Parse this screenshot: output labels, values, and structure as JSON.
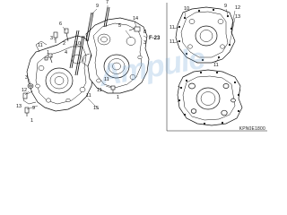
{
  "diagram": {
    "code": "KPN0E1800",
    "watermark": "Ampule",
    "callouts": {
      "c9_top": "9",
      "c7": "7",
      "c6": "6",
      "c3_top": "3",
      "c2": "2",
      "c4": "4",
      "c1_top": "1",
      "c14": "14",
      "c5": "5",
      "c8": "8",
      "c3_right": "3",
      "f23": "F-23",
      "c11_mid": "11",
      "c10": "10",
      "c3_left": "3",
      "c12": "12",
      "c13": "13",
      "c9_left": "9",
      "c15": "15",
      "c11_a": "11",
      "c11_b": "11",
      "c11_c": "11",
      "c1_bl": "1",
      "c1_br": "1",
      "r10": "10",
      "r9": "9",
      "r12": "12",
      "r13": "13",
      "r11a": "11",
      "r11b": "11",
      "r11c": "11"
    }
  },
  "colors": {
    "line": "#111111",
    "fill": "#ffffff",
    "watermark": "#78aad7"
  }
}
